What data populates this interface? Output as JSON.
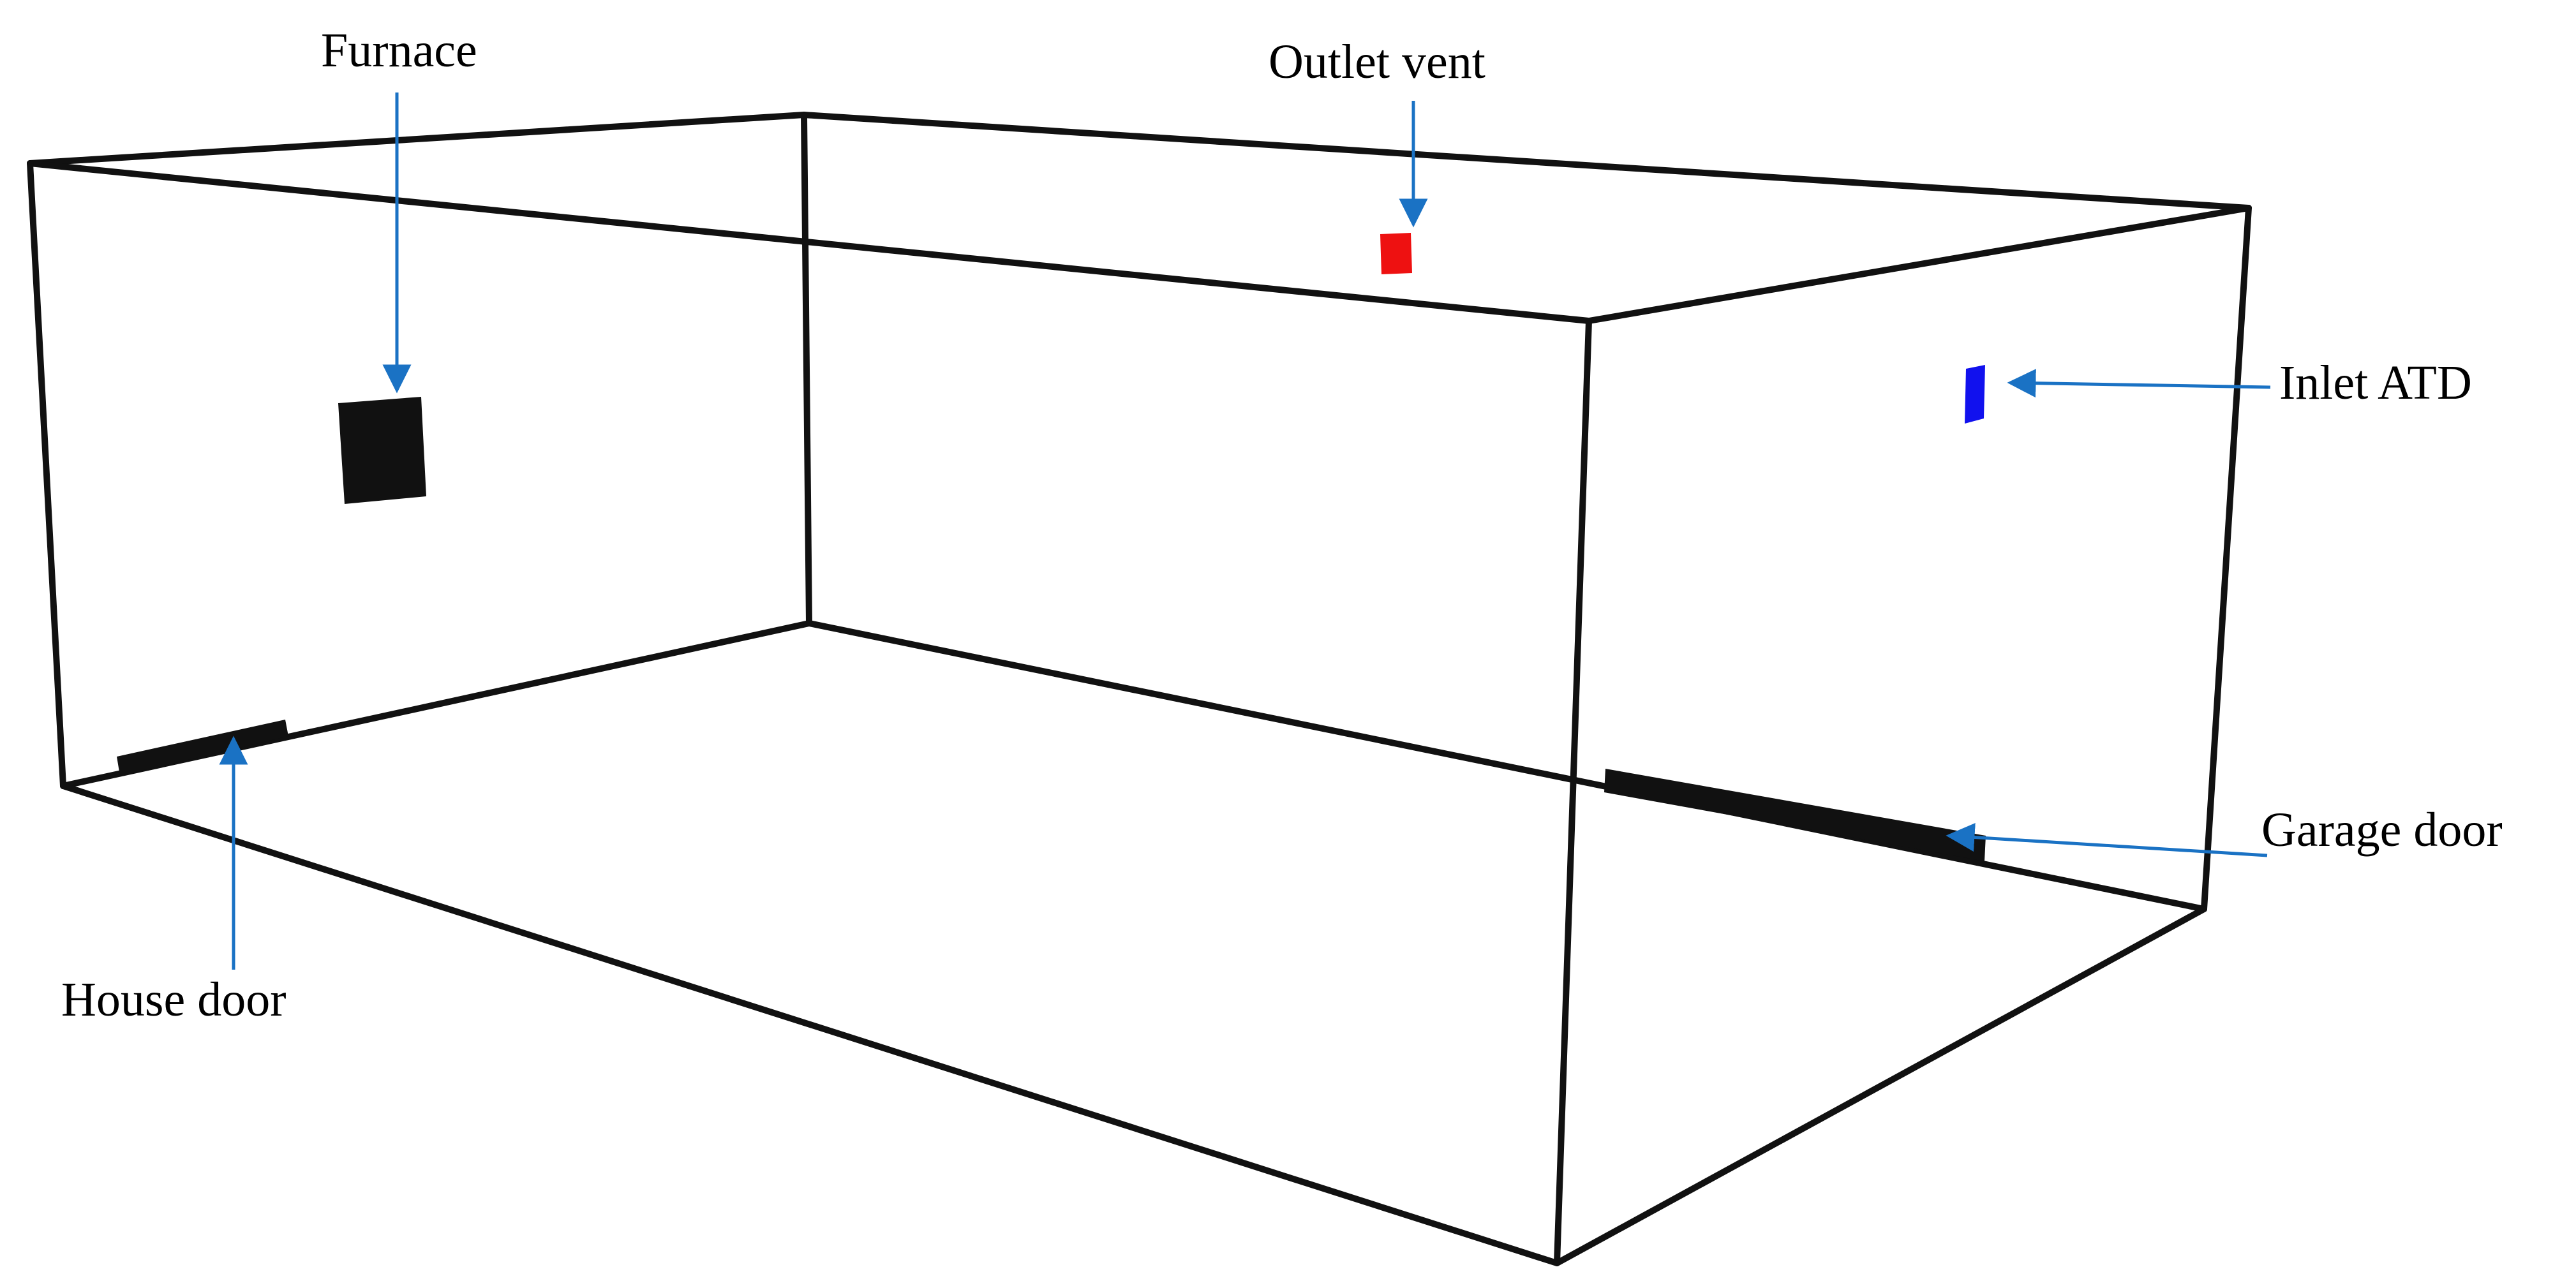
{
  "labels": {
    "furnace": "Furnace",
    "outlet_vent": "Outlet vent",
    "inlet_atd": "Inlet ATD",
    "garage_door": "Garage door",
    "house_door": "House door"
  },
  "colors": {
    "arrow": "#1a72c4",
    "outline": "#111111",
    "outlet_vent": "#ee1111",
    "inlet_atd": "#1111ee",
    "components": "#111111",
    "text": "#000000",
    "background": "#ffffff"
  }
}
